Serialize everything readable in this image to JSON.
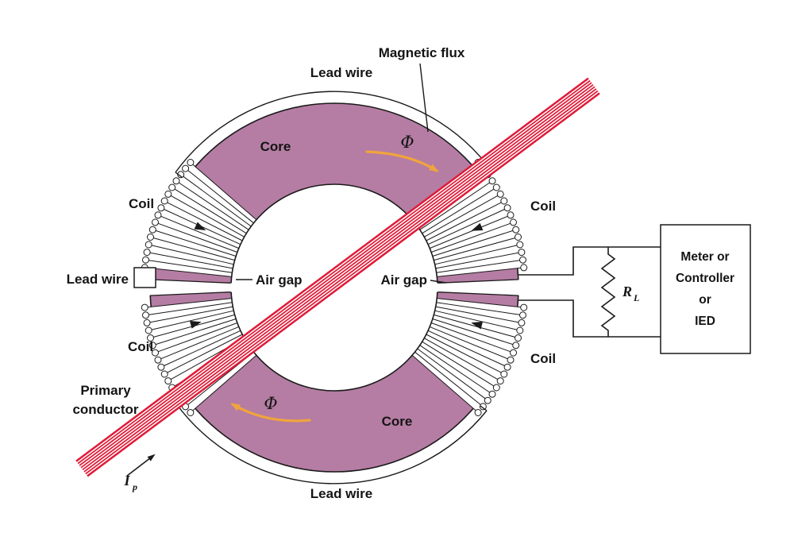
{
  "diagram": {
    "labels": {
      "magnetic_flux": "Magnetic flux",
      "lead_wire_top": "Lead wire",
      "lead_wire_bottom": "Lead wire",
      "lead_wire_left": "Lead wire",
      "core_top": "Core",
      "core_bottom": "Core",
      "coil_upper_left": "Coil",
      "coil_upper_right": "Coil",
      "coil_lower_left": "Coil",
      "coil_lower_right": "Coil",
      "air_gap_left": "Air gap",
      "air_gap_right": "Air gap",
      "primary_conductor_line1": "Primary",
      "primary_conductor_line2": "conductor",
      "flux_symbol_top": "Φ",
      "flux_symbol_bottom": "Φ",
      "primary_current_symbol": "I",
      "primary_current_sub": "p",
      "load_resistor_symbol": "R",
      "load_resistor_sub": "L"
    },
    "meter_box": {
      "lines": [
        "Meter or",
        "Controller",
        "or",
        "IED"
      ]
    },
    "colors": {
      "core": "#b57da3",
      "conductor": "#e01b38",
      "flux_arrow": "#f0a43c",
      "outline": "#1a1a1a"
    }
  }
}
